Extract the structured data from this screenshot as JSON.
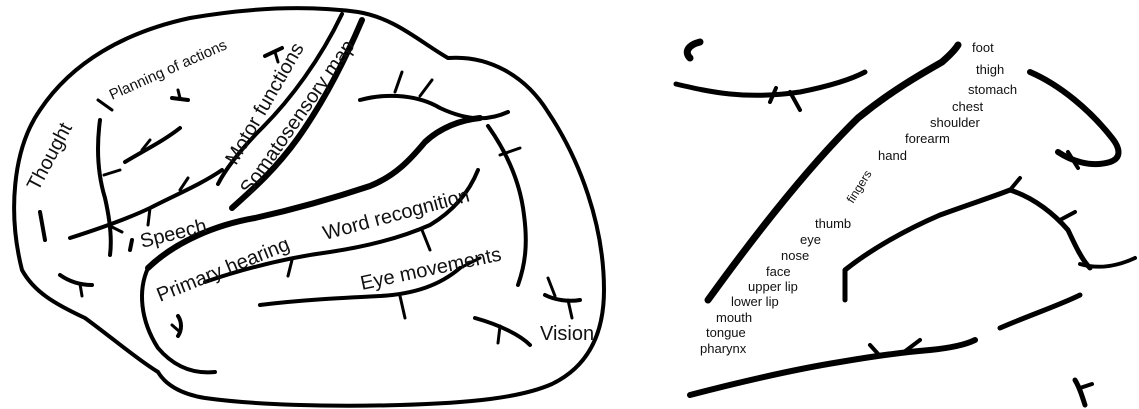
{
  "brain_regions": {
    "thought": "Thought",
    "planning": "Planning of actions",
    "motor": "Motor functions",
    "somatosensory": "Somatosensory map",
    "speech": "Speech",
    "primary_hearing": "Primary hearing",
    "word_recognition": "Word recognition",
    "eye_movements": "Eye movements",
    "vision": "Vision"
  },
  "somatosensory_map": {
    "body_parts": [
      "foot",
      "thigh",
      "stomach",
      "chest",
      "shoulder",
      "forearm",
      "hand",
      "fingers",
      "thumb",
      "eye",
      "nose",
      "face",
      "upper lip",
      "lower lip",
      "mouth",
      "tongue",
      "pharynx"
    ]
  },
  "colors": {
    "line": "#000000",
    "background": "#ffffff"
  }
}
